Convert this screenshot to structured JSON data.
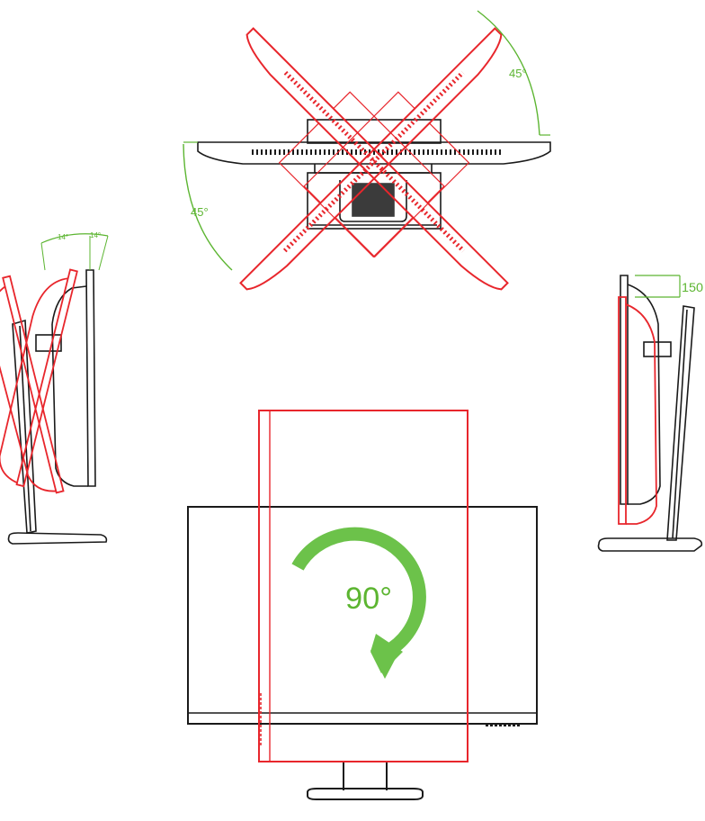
{
  "colors": {
    "outline": "#1a1a1a",
    "rotated": "#e8262c",
    "annotation": "#5cb531",
    "arrow": "#6cc24a"
  },
  "top_view": {
    "swivel_left_label": "45°",
    "swivel_right_label": "45°"
  },
  "tilt_view": {
    "tilt_back_label": "14°",
    "tilt_forward_label": "14°"
  },
  "height_view": {
    "height_label": "150"
  },
  "pivot_view": {
    "rotation_label": "90°",
    "rotation_icon": "clockwise-arrow-icon"
  }
}
